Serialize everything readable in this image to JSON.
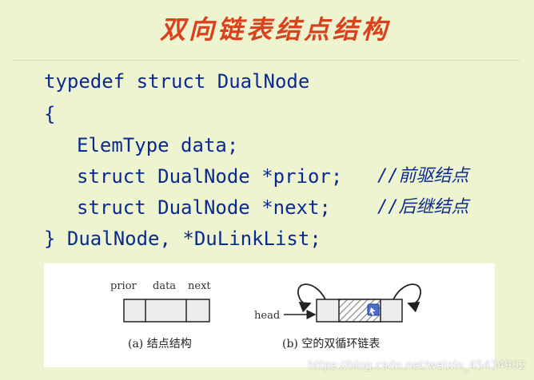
{
  "slide": {
    "title": "双向链表结点结构",
    "background": "#eef4cf",
    "title_color": "#d9421f",
    "code_color": "#0b2a8f"
  },
  "code": {
    "line1": "typedef struct DualNode",
    "line2": "{",
    "line3": "ElemType data;",
    "line4": "struct DualNode *prior;",
    "comment4": "//前驱结点",
    "line5": "struct DualNode *next;",
    "comment5": "//后继结点",
    "line6": "} DualNode, *DuLinkList;"
  },
  "figure": {
    "node_labels": {
      "prior": "prior",
      "data": "data",
      "next": "next"
    },
    "caption_a": "(a) 结点结构",
    "head_label": "head",
    "caption_b": "(b) 空的双循环链表"
  },
  "watermark": "https://blog.csdn.net/weixin_45434902"
}
